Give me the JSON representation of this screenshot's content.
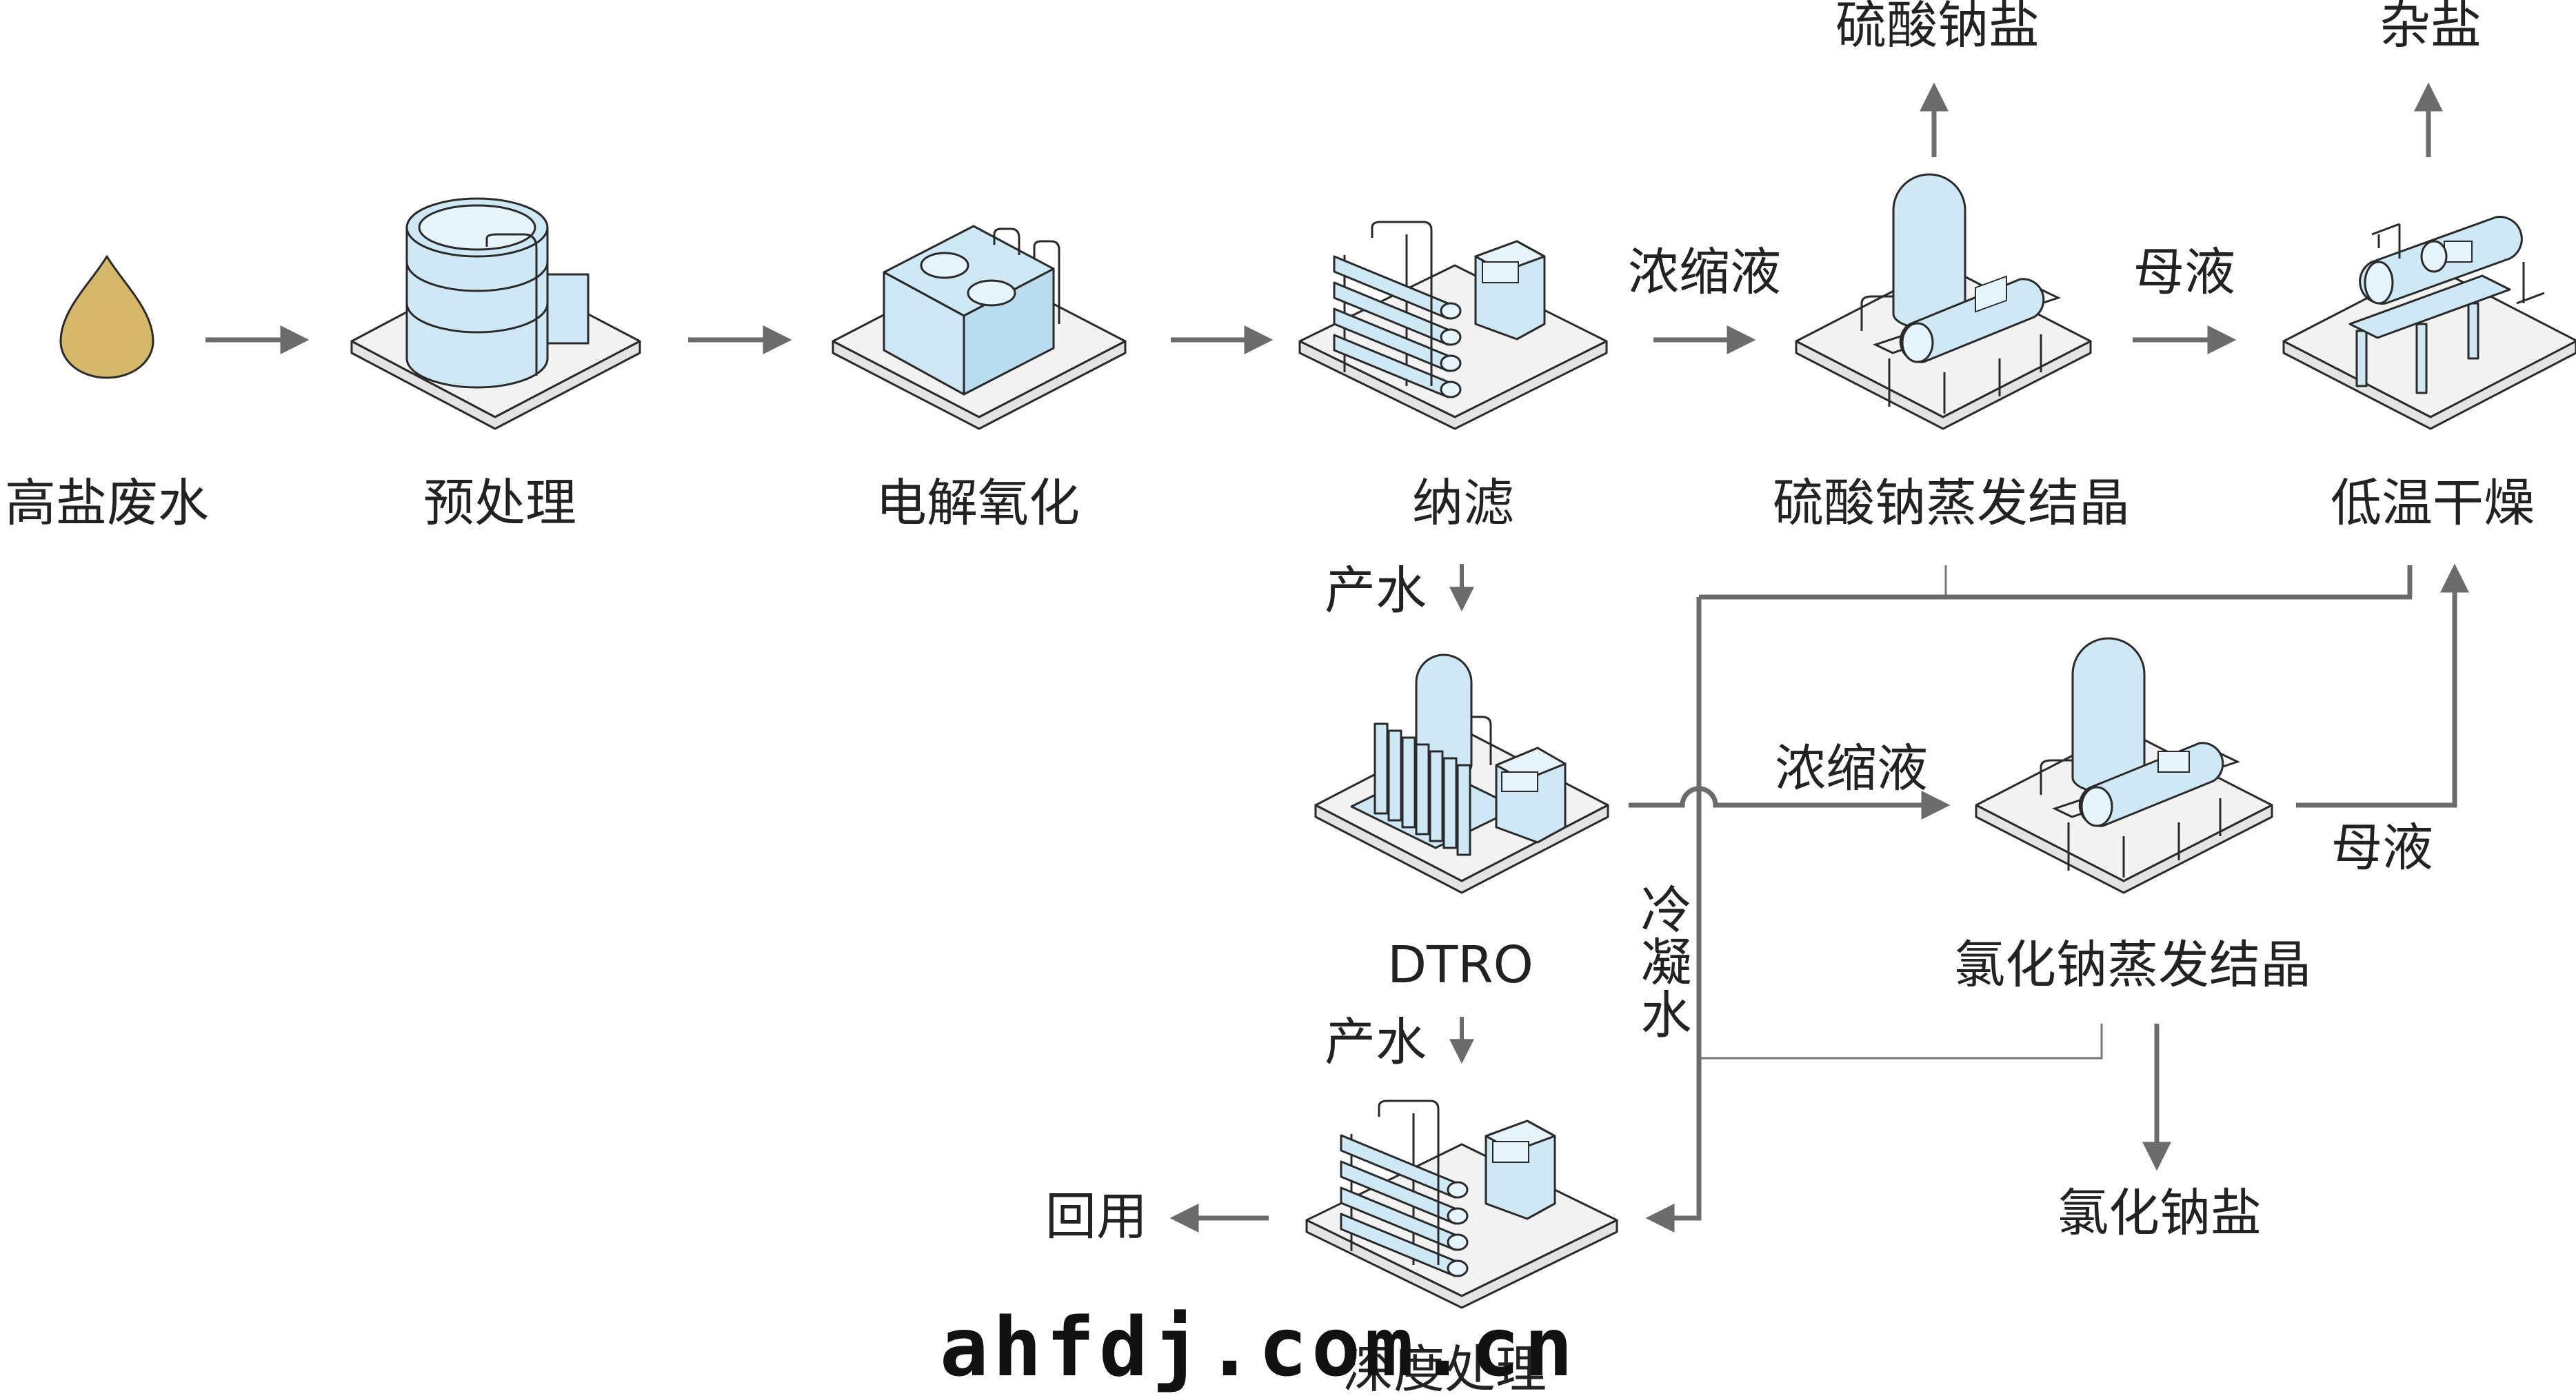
{
  "colors": {
    "equipment_fill": "#cfe8f5",
    "platform_fill": "#f2f2f2",
    "outline": "#2a2a2a",
    "arrow": "#6b6b6b",
    "line": "#777777",
    "drop": "#d6b86b",
    "text": "#222222"
  },
  "nodes": {
    "high_salt_wastewater": "高盐废水",
    "pretreatment": "预处理",
    "electrolytic_oxidation": "电解氧化",
    "nanofiltration": "纳滤",
    "sodium_sulfate_crystallization": "硫酸钠蒸发结晶",
    "low_temp_drying": "低温干燥",
    "dtro": "DTRO",
    "sodium_chloride_crystallization": "氯化钠蒸发结晶",
    "deep_treatment": "深度处理"
  },
  "outputs": {
    "sodium_sulfate_salt": "硫酸钠盐",
    "mixed_salt": "杂盐",
    "sodium_chloride_salt": "氯化钠盐",
    "reuse": "回用"
  },
  "flows": {
    "concentrate_1": "浓缩液",
    "mother_liquor_1": "母液",
    "product_water_1": "产水",
    "concentrate_2": "浓缩液",
    "mother_liquor_2": "母液",
    "condensate": "冷凝水",
    "product_water_2": "产水"
  },
  "watermark": "ahfdj.com.cn"
}
